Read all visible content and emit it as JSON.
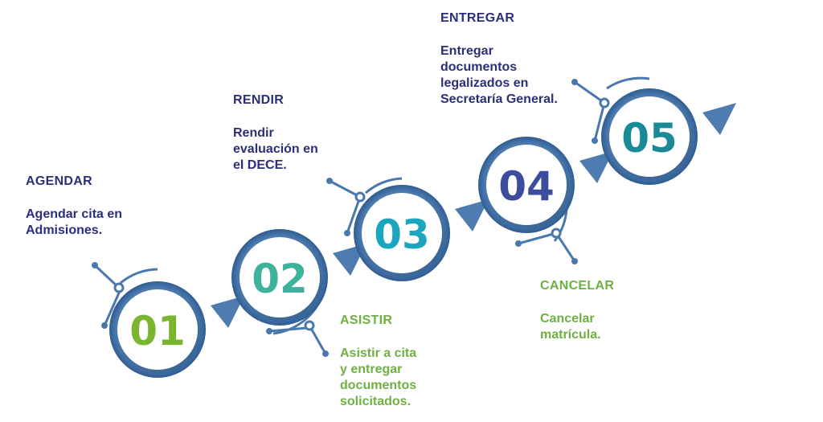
{
  "steps": [
    {
      "number": "01",
      "title": "AGENDAR",
      "description": "Agendar cita en\nAdmisiones.",
      "number_color": "#7ab52f",
      "text_color": "#2b2f7a"
    },
    {
      "number": "02",
      "title": "RENDIR",
      "description": "Rendir\nevaluación en\nel DECE.",
      "number_color": "#3db39e",
      "text_color": "#2b2f7a"
    },
    {
      "number": "03",
      "title": "ASISTIR",
      "description": "Asistir a cita\ny entregar\ndocumentos\nsolicitados.",
      "number_color": "#1aa6bf",
      "text_color": "#6fb043"
    },
    {
      "number": "04",
      "title": "CANCELAR",
      "description": "Cancelar\nmatrícula.",
      "number_color": "#3c4d9e",
      "text_color": "#6fb043"
    },
    {
      "number": "05",
      "title": "ENTREGAR",
      "description": "Entregar\ndocumentos\nlegalizados en\nSecretaría General.",
      "number_color": "#1b8a98",
      "text_color": "#2b2f7a"
    }
  ],
  "colors": {
    "ring": "#4a78ad",
    "ring_dark": "#3d6699",
    "arrow": "#4f7cb0"
  }
}
